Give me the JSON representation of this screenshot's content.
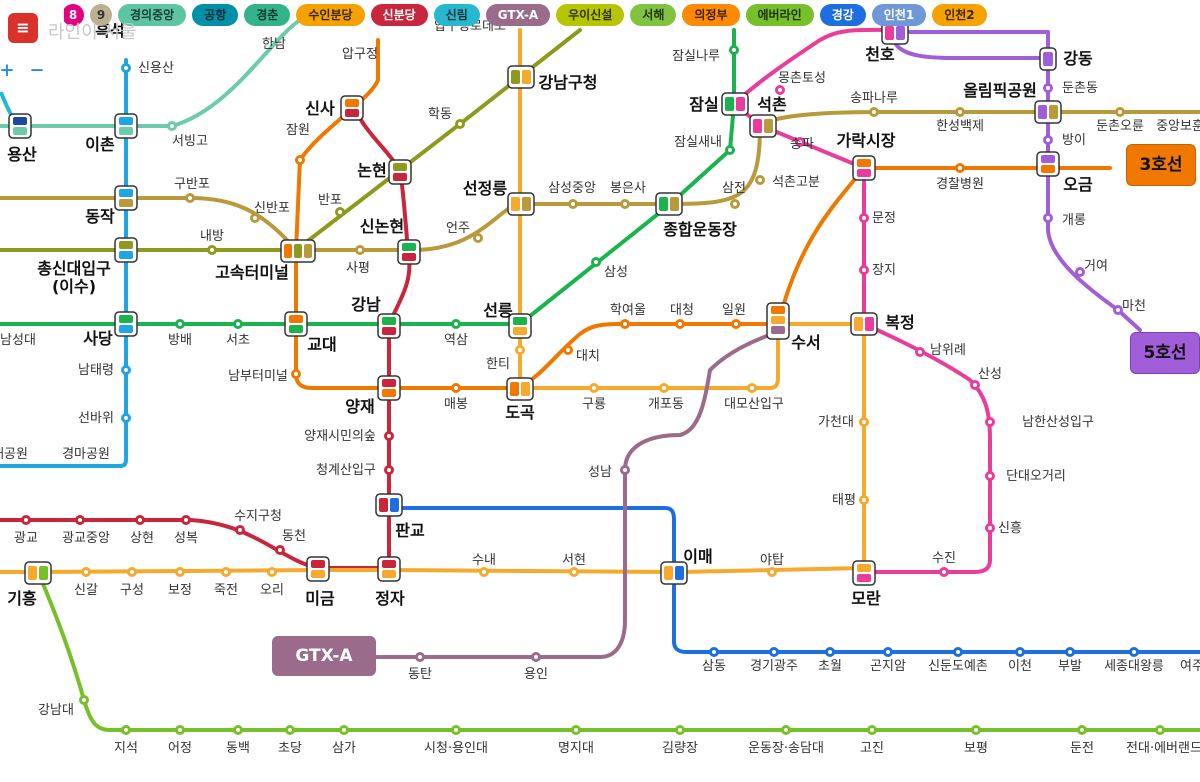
{
  "app": {
    "logo_text": "라인이 서울"
  },
  "zoom": {
    "in": "+",
    "out": "−"
  },
  "line_filters": [
    {
      "label": "8",
      "color": "#e6007e",
      "round": true
    },
    {
      "label": "9",
      "color": "#bdb092",
      "round": true
    },
    {
      "label": "경의중앙",
      "color": "#5ec5a4"
    },
    {
      "label": "공항",
      "color": "#0090a8"
    },
    {
      "label": "경춘",
      "color": "#33b38c"
    },
    {
      "label": "수인분당",
      "color": "#f5a200"
    },
    {
      "label": "신분당",
      "color": "#c9253c"
    },
    {
      "label": "신림",
      "color": "#27b8cf"
    },
    {
      "label": "GTX-A",
      "color": "#9a6b8a"
    },
    {
      "label": "우이신설",
      "color": "#b7c400"
    },
    {
      "label": "서해",
      "color": "#81c341"
    },
    {
      "label": "의정부",
      "color": "#fd8a00"
    },
    {
      "label": "에버라인",
      "color": "#77c02a"
    },
    {
      "label": "경강",
      "color": "#1d6fe0"
    },
    {
      "label": "인천1",
      "color": "#6e98d8"
    },
    {
      "label": "인천2",
      "color": "#f5a200"
    }
  ],
  "tags": {
    "line3": {
      "label": "3호선",
      "color": "#f07800"
    },
    "line5": {
      "label": "5호선",
      "color": "#a05ed8"
    },
    "gtxa": {
      "label": "GTX-A",
      "color": "#9a6b8a"
    }
  },
  "stations_major": [
    {
      "label": "압구정"
    },
    {
      "label": "신사"
    },
    {
      "label": "논현"
    },
    {
      "label": "신논현"
    },
    {
      "label": "강남구청"
    },
    {
      "label": "선정릉"
    },
    {
      "label": "종합운동장"
    },
    {
      "label": "잠실"
    },
    {
      "label": "석촌"
    },
    {
      "label": "천호"
    },
    {
      "label": "강동"
    },
    {
      "label": "올림픽공원"
    },
    {
      "label": "가락시장"
    },
    {
      "label": "오금"
    },
    {
      "label": "이촌"
    },
    {
      "label": "용산"
    },
    {
      "label": "동작"
    },
    {
      "label": "총신대입구"
    },
    {
      "label": "(이수)"
    },
    {
      "label": "고속터미널"
    },
    {
      "label": "사당"
    },
    {
      "label": "교대"
    },
    {
      "label": "강남"
    },
    {
      "label": "선릉"
    },
    {
      "label": "양재"
    },
    {
      "label": "도곡"
    },
    {
      "label": "수서"
    },
    {
      "label": "복정"
    },
    {
      "label": "판교"
    },
    {
      "label": "이매"
    },
    {
      "label": "미금"
    },
    {
      "label": "정자"
    },
    {
      "label": "모란"
    },
    {
      "label": "기흥"
    },
    {
      "label": "흑석"
    }
  ],
  "stations_minor": [
    {
      "label": "한남"
    },
    {
      "label": "신용산"
    },
    {
      "label": "서빙고"
    },
    {
      "label": "구반포"
    },
    {
      "label": "신반포"
    },
    {
      "label": "내방"
    },
    {
      "label": "잠원"
    },
    {
      "label": "반포"
    },
    {
      "label": "학동"
    },
    {
      "label": "사평"
    },
    {
      "label": "언주"
    },
    {
      "label": "삼성중앙"
    },
    {
      "label": "봉은사"
    },
    {
      "label": "삼전"
    },
    {
      "label": "석촌고분"
    },
    {
      "label": "몽촌토성"
    },
    {
      "label": "잠실나루"
    },
    {
      "label": "잠실새내"
    },
    {
      "label": "송파"
    },
    {
      "label": "송파나루"
    },
    {
      "label": "한성백제"
    },
    {
      "label": "둔촌동"
    },
    {
      "label": "둔촌오륜"
    },
    {
      "label": "중앙보훈"
    },
    {
      "label": "방이"
    },
    {
      "label": "경찰병원"
    },
    {
      "label": "개롱"
    },
    {
      "label": "거여"
    },
    {
      "label": "마천"
    },
    {
      "label": "문정"
    },
    {
      "label": "장지"
    },
    {
      "label": "남위례"
    },
    {
      "label": "산성"
    },
    {
      "label": "남한산성입구"
    },
    {
      "label": "단대오거리"
    },
    {
      "label": "신흥"
    },
    {
      "label": "수진"
    },
    {
      "label": "가천대"
    },
    {
      "label": "태평"
    },
    {
      "label": "삼성"
    },
    {
      "label": "학여울"
    },
    {
      "label": "대청"
    },
    {
      "label": "일원"
    },
    {
      "label": "대치"
    },
    {
      "label": "한티"
    },
    {
      "label": "역삼"
    },
    {
      "label": "매봉"
    },
    {
      "label": "구룡"
    },
    {
      "label": "개포동"
    },
    {
      "label": "대모산입구"
    },
    {
      "label": "남성대"
    },
    {
      "label": "방배"
    },
    {
      "label": "서초"
    },
    {
      "label": "남태령"
    },
    {
      "label": "남부터미널"
    },
    {
      "label": "선바위"
    },
    {
      "label": "경마공원"
    },
    {
      "label": "대공원"
    },
    {
      "label": "양재시민의숲"
    },
    {
      "label": "청계산입구"
    },
    {
      "label": "성남"
    },
    {
      "label": "수지구청"
    },
    {
      "label": "동천"
    },
    {
      "label": "광교"
    },
    {
      "label": "광교중앙"
    },
    {
      "label": "상현"
    },
    {
      "label": "성복"
    },
    {
      "label": "신갈"
    },
    {
      "label": "구성"
    },
    {
      "label": "보정"
    },
    {
      "label": "죽전"
    },
    {
      "label": "오리"
    },
    {
      "label": "수내"
    },
    {
      "label": "서현"
    },
    {
      "label": "야탑"
    },
    {
      "label": "동탄"
    },
    {
      "label": "용인"
    },
    {
      "label": "강남대"
    },
    {
      "label": "지석"
    },
    {
      "label": "어정"
    },
    {
      "label": "동백"
    },
    {
      "label": "초당"
    },
    {
      "label": "삼가"
    },
    {
      "label": "시청·용인대"
    },
    {
      "label": "명지대"
    },
    {
      "label": "김량장"
    },
    {
      "label": "운동장·송담대"
    },
    {
      "label": "고진"
    },
    {
      "label": "보평"
    },
    {
      "label": "둔전"
    },
    {
      "label": "전대·에버랜드"
    },
    {
      "label": "삼동"
    },
    {
      "label": "경기광주"
    },
    {
      "label": "초월"
    },
    {
      "label": "곤지암"
    },
    {
      "label": "신둔도예촌"
    },
    {
      "label": "이천"
    },
    {
      "label": "부발"
    },
    {
      "label": "세종대왕릉"
    },
    {
      "label": "여주"
    },
    {
      "label": "압구정로데오"
    }
  ]
}
